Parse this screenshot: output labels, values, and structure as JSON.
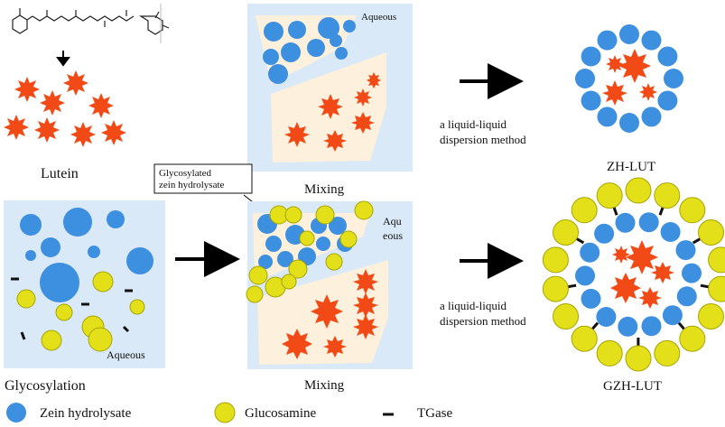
{
  "labels": {
    "lutein": "Lutein",
    "glycosylation": "Glycosylation",
    "aqueous_glyco": "Aqueous",
    "aqueous_top": "Aqueous",
    "aqueous_mid_1": "Aqu",
    "aqueous_mid_2": "eous",
    "mixing_top": "Mixing",
    "mixing_bottom": "Mixing",
    "callout_line1": "Glycosylated",
    "callout_line2": "zein hydrolysate",
    "method_top_1": "a liquid-liquid",
    "method_top_2": "dispersion method",
    "method_bottom_1": "a liquid-liquid",
    "method_bottom_2": "dispersion method",
    "zh_lut": "ZH-LUT",
    "gzh_lut": "GZH-LUT"
  },
  "legend": [
    {
      "symbol": "blue-circle",
      "label": "Zein hydrolysate"
    },
    {
      "symbol": "yellow-circle",
      "label": "Glucosamine"
    },
    {
      "symbol": "black-dash",
      "label": "TGase"
    }
  ],
  "colors": {
    "zein_blue": "#3d8fe0",
    "glucosamine_yellow": "#e3e01a",
    "lutein_red": "#f24a17",
    "aqueous_bg": "#d9e9f7",
    "oil_phase": "#fdf0dc"
  }
}
